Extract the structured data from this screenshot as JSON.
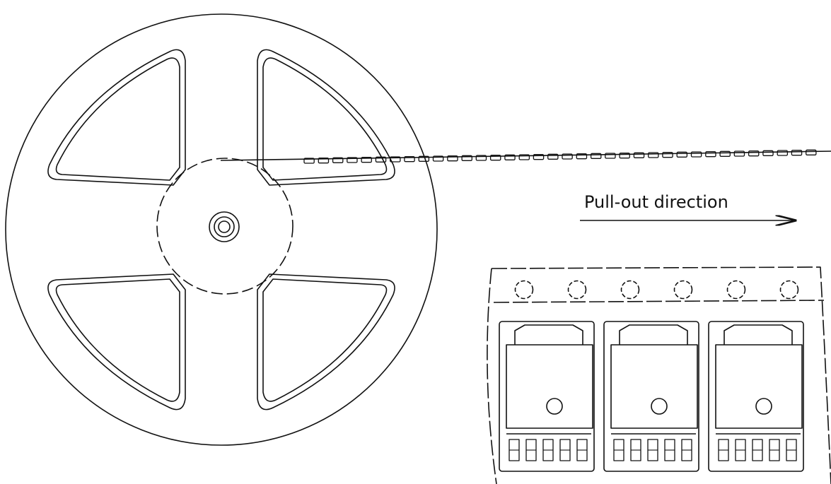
{
  "labels": {
    "direction": "Pull-out direction"
  },
  "colors": {
    "line": "#111111",
    "background": "#ffffff"
  },
  "tape": {
    "visible_pockets": 36,
    "components_shown": 3,
    "sprocket_holes_shown": 6,
    "leads_per_component": 5
  }
}
